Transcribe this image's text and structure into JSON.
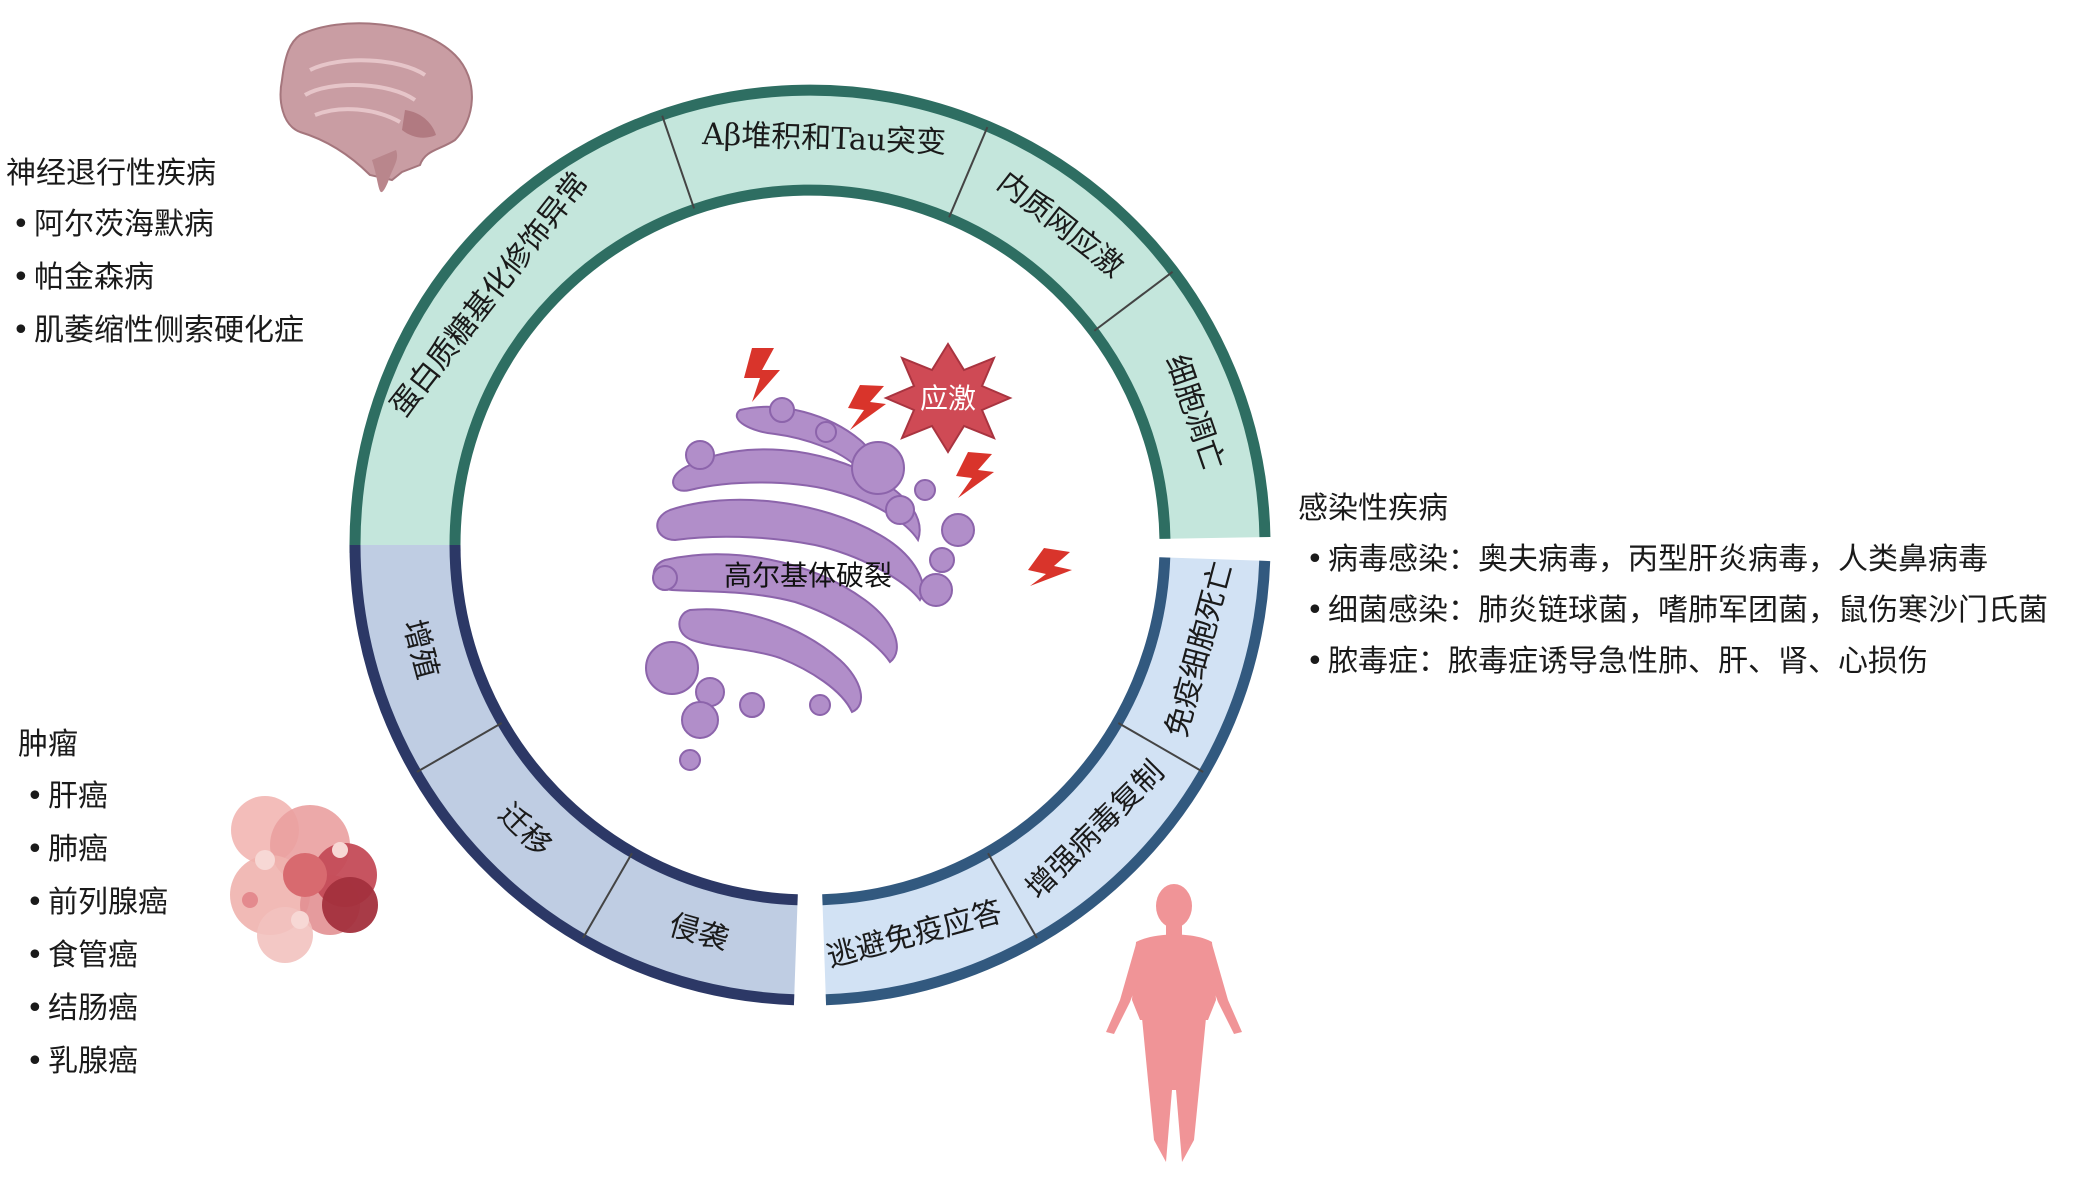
{
  "center": {
    "label": "高尔基体破裂",
    "stress_label": "应激"
  },
  "ring": {
    "neuro": [
      "蛋白质糖基化修饰异常",
      "Aβ堆积和Tau突变",
      "内质网应激",
      "细胞凋亡"
    ],
    "tumor": [
      "增殖",
      "迁移",
      "侵袭"
    ],
    "infection": [
      "逃避免疫应答",
      "增强病毒复制",
      "免疫细胞死亡"
    ]
  },
  "groups": {
    "neuro": {
      "title": "神经退行性疾病",
      "items": [
        "阿尔茨海默病",
        "帕金森病",
        "肌萎缩性侧索硬化症"
      ]
    },
    "infection": {
      "title": "感染性疾病",
      "items": [
        "病毒感染：奥夫病毒，丙型肝炎病毒，人类鼻病毒",
        "细菌感染：肺炎链球菌，嗜肺军团菌，鼠伤寒沙门氏菌",
        "脓毒症：脓毒症诱导急性肺、肝、肾、心损伤"
      ]
    },
    "tumor": {
      "title": "肿瘤",
      "items": [
        "肝癌",
        "肺癌",
        "前列腺癌",
        "食管癌",
        "结肠癌",
        "乳腺癌"
      ]
    }
  },
  "bullet": "•",
  "icons": [
    "brain-icon",
    "tumor-cells-icon",
    "human-body-icon",
    "lightning-icon",
    "golgi-icon"
  ],
  "colors": {
    "neuro_band": "#c4e6dc",
    "neuro_border": "#2e6e62",
    "tumor_band": "#bfcde3",
    "tumor_border": "#2c3866",
    "infection_band": "#d2e2f4",
    "infection_border": "#32597f",
    "golgi": "#b18ec9",
    "golgi_stroke": "#8c64ab",
    "stress_star": "#cf4a55",
    "lightning": "#d9342b",
    "brain": "#c99da3",
    "tumor": "#d66a72",
    "body": "#f08f92"
  }
}
